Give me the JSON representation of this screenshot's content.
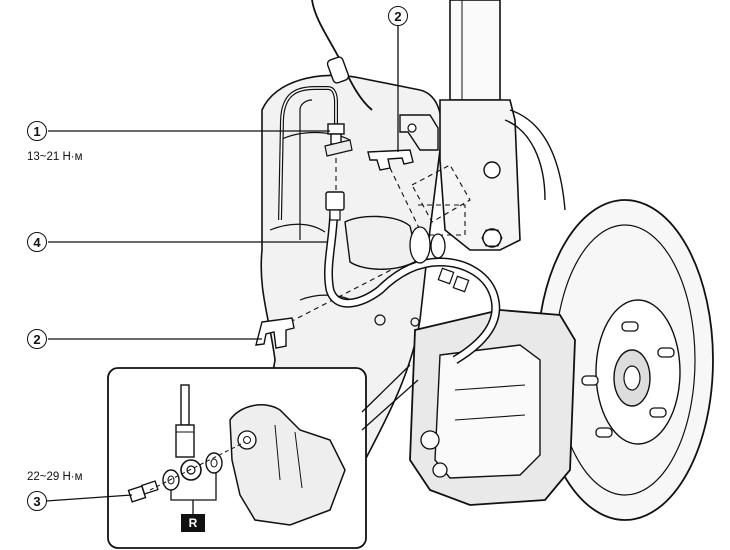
{
  "callouts": {
    "c1": "1",
    "c2_top": "2",
    "c4": "4",
    "c2_mid": "2",
    "c3": "3"
  },
  "torques": {
    "t1": "13~21 Н·м",
    "t3": "22~29 Н·м"
  },
  "inset": {
    "marker": "R"
  },
  "colors": {
    "ink": "#111111",
    "background": "#ffffff",
    "shade": "#d9d9d9"
  }
}
